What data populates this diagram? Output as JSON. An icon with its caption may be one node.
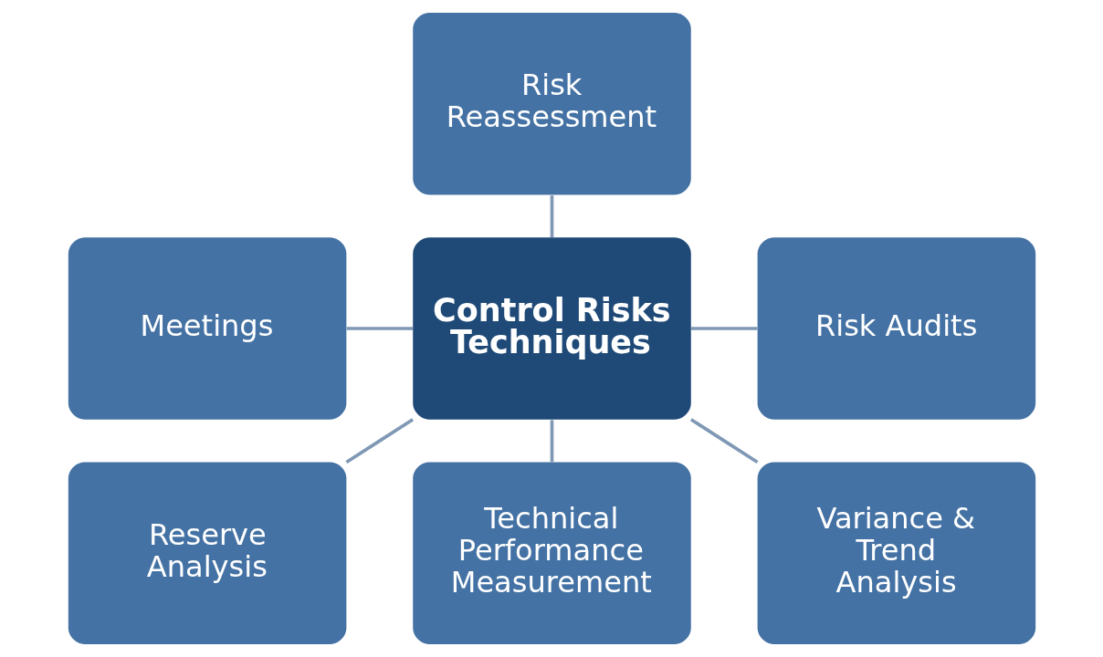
{
  "diagram": {
    "nodes": [
      {
        "text": [
          "Risk Reassessment"
        ]
      },
      {
        "text": [
          "Meetings"
        ]
      },
      {
        "text": [
          "Control Risks Techniques"
        ]
      },
      {
        "text": [
          "Risk Audits"
        ]
      },
      {
        "text": [
          "Reserve Analysis"
        ]
      },
      {
        "text": [
          "Variance & Trend Analysis"
        ]
      },
      {
        "text": [
          "Technical Performance Measurement"
        ]
      }
    ],
    "edges": [
      {
        "from": 0,
        "to": 2,
        "arrow": "none"
      },
      {
        "from": 1,
        "to": 2,
        "arrow": "none"
      },
      {
        "from": 2,
        "to": 3,
        "arrow": "none"
      },
      {
        "from": 2,
        "to": 4,
        "arrow": "none"
      },
      {
        "from": 2,
        "to": 6,
        "arrow": "none"
      },
      {
        "from": 2,
        "to": 5,
        "arrow": "none"
      }
    ]
  }
}
